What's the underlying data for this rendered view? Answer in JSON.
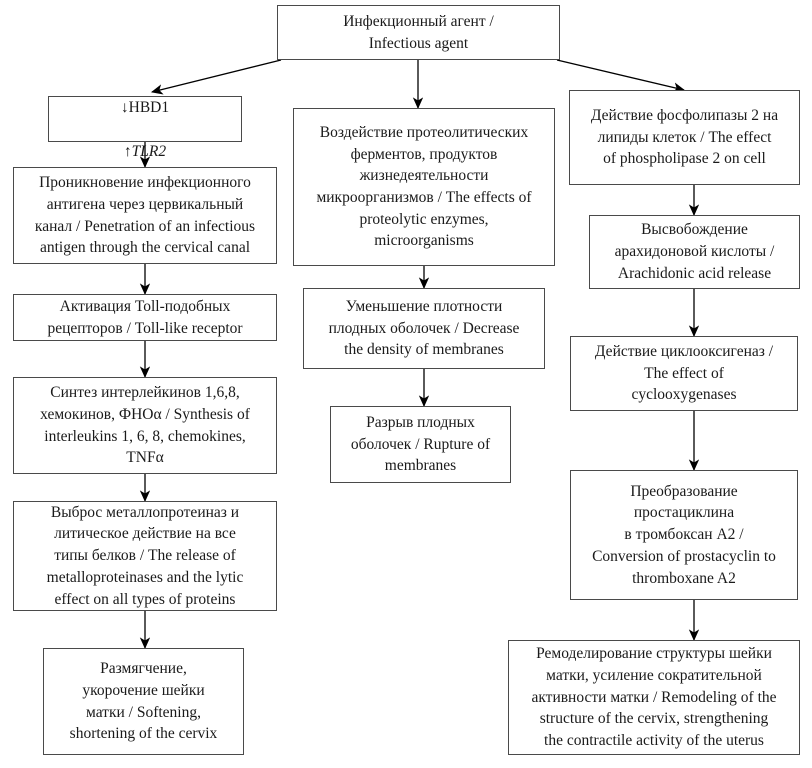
{
  "diagram": {
    "title": "Pathogenesis flowchart of infectious agent effects on cervix and membranes",
    "language": "ru-en bilingual",
    "colors": {
      "background": "#ffffff",
      "box_border": "#4a4a4a",
      "text": "#1a1a1a",
      "edge": "#000000"
    },
    "nodes": {
      "root": {
        "id": "infectious-agent",
        "text": "Инфекционный агент /\nInfectious agent"
      },
      "left": [
        {
          "id": "hbd1-tlr2",
          "text_line1": "↓HBD1",
          "text_line2": "↑TLR2"
        },
        {
          "id": "penetration",
          "text": "Проникновение инфекционного\nантигена через цервикальный\nканал / Penetration of an infectious\nantigen through the cervical canal"
        },
        {
          "id": "toll-like-activation",
          "text": "Активация Toll-подобных\nрецепторов / Toll-like receptor"
        },
        {
          "id": "interleukin-synthesis",
          "text": "Синтез интерлейкинов 1,6,8,\nхемокинов, ФНОα / Synthesis of\ninterleukins 1, 6, 8, chemokines,\nTNFα"
        },
        {
          "id": "metalloproteinase-release",
          "text": "Выброс металлопротеиназ и\nлитическое действие на все\nтипы белков / The release of\nmetalloproteinases and the lytic\neffect on all types of proteins"
        },
        {
          "id": "cervix-softening",
          "text": "Размягчение,\nукорочение шейки\nматки / Softening,\nshortening of the cervix"
        }
      ],
      "middle": [
        {
          "id": "proteolytic-enzymes",
          "text": "Воздействие протеолитических\nферментов, продуктов\nжизнедеятельности\nмикроорганизмов / The effects of\nproteolytic enzymes,\nmicroorganisms"
        },
        {
          "id": "membrane-density-decrease",
          "text": "Уменьшение плотности\nплодных оболочек / Decrease\nthe density of membranes"
        },
        {
          "id": "membrane-rupture",
          "text": "Разрыв плодных\nоболочек / Rupture of\nmembranes"
        }
      ],
      "right": [
        {
          "id": "phospholipase-effect",
          "text": "Действие фосфолипазы 2 на\nлипиды клеток / The effect\nof phospholipase 2 on cell"
        },
        {
          "id": "arachidonic-acid-release",
          "text": "Высвобождение\nарахидоновой кислоты /\nArachidonic acid release"
        },
        {
          "id": "cyclooxygenase-effect",
          "text": "Действие циклооксигеназ /\nThe effect of\ncyclooxygenases"
        },
        {
          "id": "prostacyclin-conversion",
          "text": "Преобразование\nпростациклина\nв тромбоксан А2 /\nConversion of prostacyclin to\nthromboxane A2"
        },
        {
          "id": "cervix-remodeling",
          "text": "Ремоделирование структуры шейки\nматки, усиление сократительной\nактивности матки / Remodeling of the\nstructure of the cervix, strengthening\nthe contractile activity of the uterus"
        }
      ]
    }
  }
}
